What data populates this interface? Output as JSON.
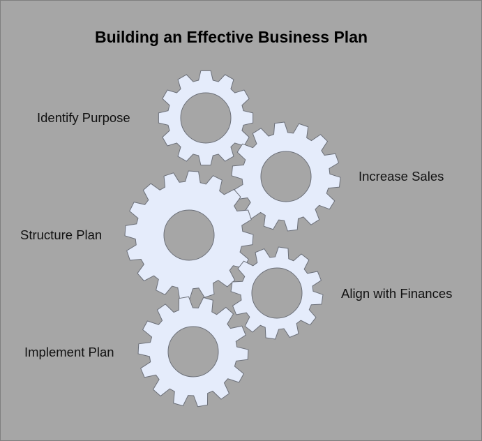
{
  "diagram": {
    "title": "Building an Effective Business Plan",
    "colors": {
      "background": "#a6a6a6",
      "gear_fill": "#e5ecfb",
      "gear_stroke": "#6b6f78",
      "hole_fill": "#a6a6a6"
    },
    "steps": [
      {
        "label": "Identify Purpose"
      },
      {
        "label": "Increase Sales"
      },
      {
        "label": "Structure Plan"
      },
      {
        "label": "Align with Finances"
      },
      {
        "label": "Implement Plan"
      }
    ]
  }
}
